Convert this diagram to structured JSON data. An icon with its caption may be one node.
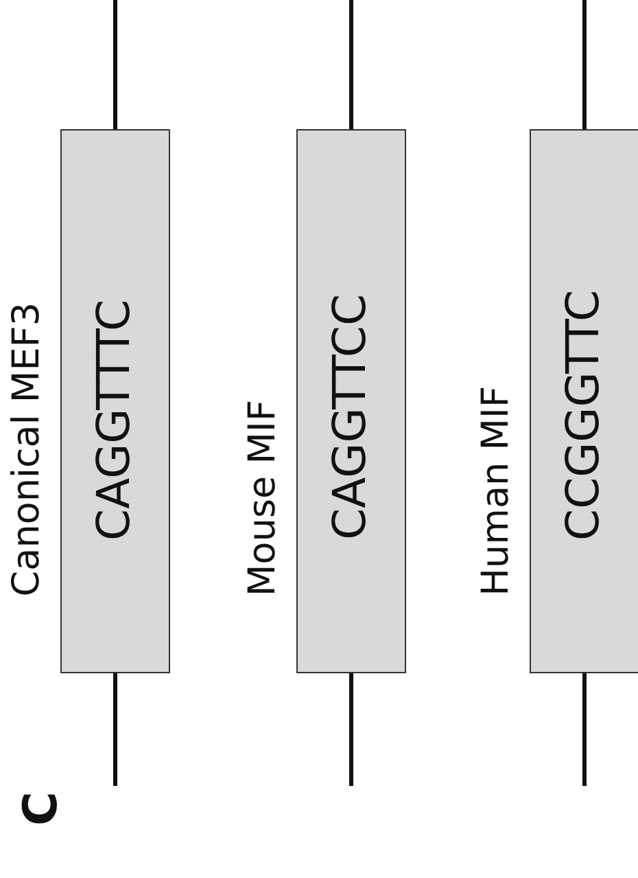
{
  "diagram": {
    "nodes": [
      {
        "text": [
          "Canonical MEF3",
          "CAGGTTTC"
        ]
      },
      {
        "text": [
          "Mouse MIF",
          "CAGGTTCC"
        ]
      },
      {
        "text": [
          "Human MIF",
          "CCGGGTTC"
        ]
      }
    ],
    "labels": [
      "C"
    ]
  }
}
